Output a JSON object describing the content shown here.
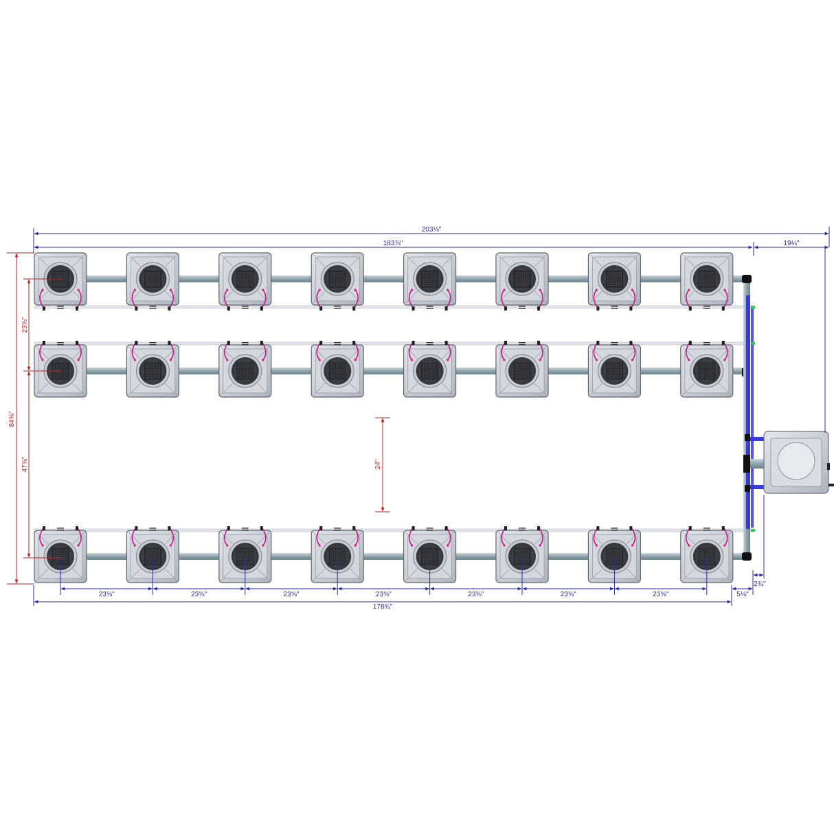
{
  "diagram": {
    "layout": {
      "rows": 3,
      "pots_per_row": 8,
      "reservoir": 1
    },
    "dimensions": {
      "overall_length": "203⅛\"",
      "pot_run_length": "183⅞\"",
      "reservoir_offset": "19¼\"",
      "row_spacing": "23⅝\"",
      "overall_width": "84⅜\"",
      "outer_row_span": "47⅝\"",
      "aisle_width": "24\"",
      "pot_spacing": [
        "23⅝\"",
        "23⅝\"",
        "23⅝\"",
        "23⅝\"",
        "23⅝\"",
        "23⅝\"",
        "23⅝\""
      ],
      "bottom_total": "178¾\"",
      "end_gap": "5⅛\"",
      "manifold_gap": "2¾\""
    },
    "colors": {
      "dimension_blue": "#2a2aa8",
      "dimension_red": "#c81e1e",
      "manifold_blue": "#3a3ad6",
      "pot_grey": "#c9ced6",
      "lid_dark": "#3a3d44",
      "hose_magenta": "#c2188a",
      "pipe_grey": "#9fb0b8"
    }
  }
}
